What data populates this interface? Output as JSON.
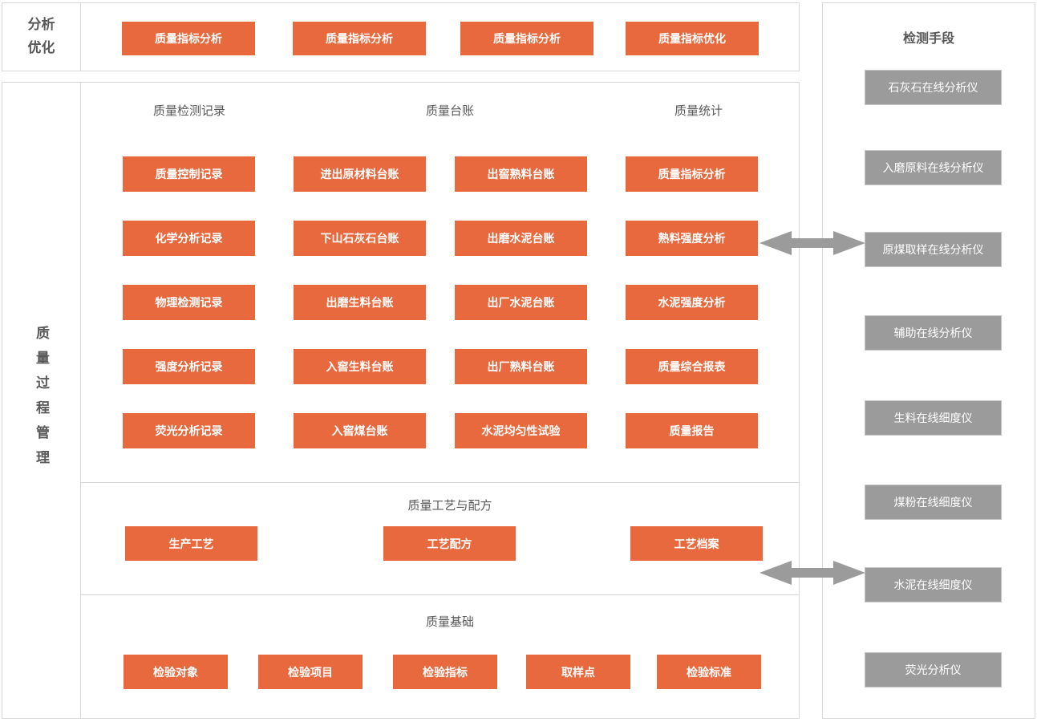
{
  "colors": {
    "accent": "#E7693D",
    "device_gray": "#9B9B9B",
    "border": "#D8D8D8",
    "heading_text": "#595959"
  },
  "top_panel": {
    "label": "分析优化",
    "buttons": [
      "质量指标分析",
      "质量指标分析",
      "质量指标分析",
      "质量指标优化"
    ]
  },
  "main_panel": {
    "label": "质量过程管理",
    "sections": {
      "records": {
        "header": "质量检测记录",
        "items": [
          "质量控制记录",
          "化学分析记录",
          "物理检测记录",
          "强度分析记录",
          "荧光分析记录"
        ]
      },
      "ledger": {
        "header": "质量台账",
        "items_col1": [
          "进出原材料台账",
          "下山石灰石台账",
          "出磨生料台账",
          "入窖生料台账",
          "入窖煤台账"
        ],
        "items_col2": [
          "出窖熟料台账",
          "出磨水泥台账",
          "出厂水泥台账",
          "出厂熟料台账",
          "水泥均匀性试验"
        ]
      },
      "stats": {
        "header": "质量统计",
        "items": [
          "质量指标分析",
          "熟料强度分析",
          "水泥强度分析",
          "质量综合报表",
          "质量报告"
        ]
      },
      "process": {
        "header": "质量工艺与配方",
        "items": [
          "生产工艺",
          "工艺配方",
          "工艺档案"
        ]
      },
      "basic": {
        "header": "质量基础",
        "items": [
          "检验对象",
          "检验项目",
          "检验指标",
          "取样点",
          "检验标准"
        ]
      }
    }
  },
  "right_panel": {
    "header": "检测手段",
    "devices": [
      "石灰石在线分析仪",
      "入磨原料在线分析仪",
      "原煤取样在线分析仪",
      "辅助在线分析仪",
      "生料在线细度仪",
      "煤粉在线细度仪",
      "水泥在线细度仪",
      "荧光分析仪"
    ]
  }
}
